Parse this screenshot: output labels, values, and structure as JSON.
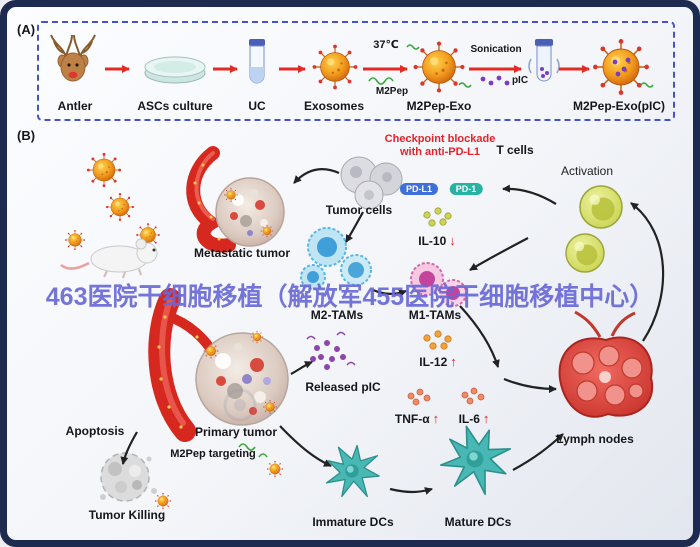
{
  "colors": {
    "frame": "#1c2b4f",
    "panel_box_border": "#4653c8",
    "process_arrow": "#e32b24",
    "checkpoint_text": "#e8222a",
    "watermark_text": "#6868d6",
    "pd_l1_badge": "#3f6fd8",
    "pd_1_badge": "#27b3a4"
  },
  "watermark": {
    "text": "463医院干细胞移植（解放军455医院干细胞移植中心）"
  },
  "panel_a": {
    "label": "(A)",
    "steps": [
      {
        "label": "Antler",
        "icon": "deer-icon"
      },
      {
        "label": "ASCs culture",
        "icon": "petri-dish-icon"
      },
      {
        "label": "UC",
        "icon": "centrifuge-tube-icon"
      },
      {
        "label": "Exosomes",
        "icon": "exosome-icon"
      },
      {
        "label": "M2Pep-Exo",
        "icon": "m2pep-exosome-icon"
      },
      {
        "label": "M2Pep-Exo(pIC)",
        "icon": "m2pep-pic-exosome-icon"
      }
    ],
    "annotations": {
      "temperature": "37℃",
      "m2pep": "M2Pep",
      "sonication": "Sonication",
      "pic": "pIC"
    }
  },
  "panel_b": {
    "label": "(B)",
    "checkpoint_line1": "Checkpoint blockade",
    "checkpoint_line2": "with anti-PD-L1",
    "badges": {
      "pd_l1": "PD-L1",
      "pd_1": "PD-1"
    },
    "labels": {
      "t_cells": "T cells",
      "activation": "Activation",
      "tumor_cells": "Tumor cells",
      "metastatic_tumor": "Metastatic tumor",
      "m2_tams": "M2-TAMs",
      "m1_tams": "M1-TAMs",
      "released_pic": "Released pIC",
      "lymph_nodes": "Lymph nodes",
      "apoptosis": "Apoptosis",
      "primary_tumor": "Primary tumor",
      "m2pep_targeting": "M2Pep targeting",
      "tumor_killing": "Tumor Killing",
      "immature_dcs": "Immature DCs",
      "mature_dcs": "Mature DCs"
    },
    "cytokines": {
      "il10": {
        "name": "IL-10",
        "dir": "↓"
      },
      "il12": {
        "name": "IL-12",
        "dir": "↑"
      },
      "tnf": {
        "name": "TNF-α",
        "dir": "↑"
      },
      "il6": {
        "name": "IL-6",
        "dir": "↑"
      }
    }
  }
}
